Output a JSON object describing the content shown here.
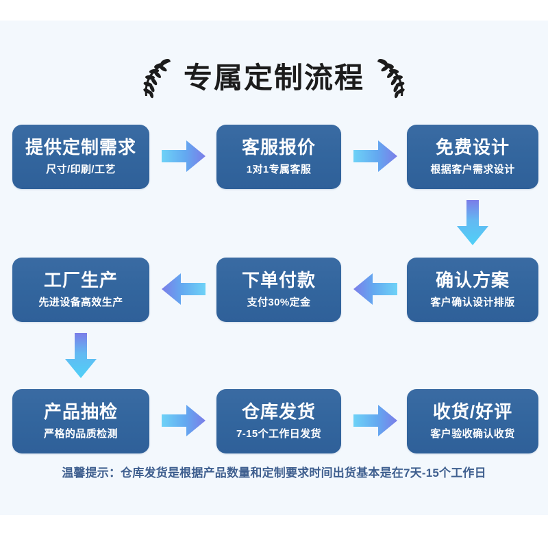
{
  "header": {
    "title": "专属定制流程",
    "left_ornament": "laurel-branch-icon",
    "right_ornament": "laurel-branch-icon"
  },
  "theme": {
    "page_background": "#ffffff",
    "panel_background": "#f3f8fd",
    "node_fill": "#33669e",
    "node_text": "#ffffff",
    "arrow_gradient_start": "#7b7de8",
    "arrow_gradient_end": "#4fc3f7",
    "footer_text_color": "#3f5f8f",
    "title_text_color": "#1c1c1c"
  },
  "flow": {
    "steps": [
      {
        "index": 1,
        "title": "提供定制需求",
        "subtitle": "尺寸/印刷/工艺"
      },
      {
        "index": 2,
        "title": "客服报价",
        "subtitle": "1对1专属客服"
      },
      {
        "index": 3,
        "title": "免费设计",
        "subtitle": "根据客户需求设计"
      },
      {
        "index": 4,
        "title": "确认方案",
        "subtitle": "客户确认设计排版"
      },
      {
        "index": 5,
        "title": "下单付款",
        "subtitle": "支付30%定金"
      },
      {
        "index": 6,
        "title": "工厂生产",
        "subtitle": "先进设备高效生产"
      },
      {
        "index": 7,
        "title": "产品抽检",
        "subtitle": "严格的品质检测"
      },
      {
        "index": 8,
        "title": "仓库发货",
        "subtitle": "7-15个工作日发货"
      },
      {
        "index": 9,
        "title": "收货/好评",
        "subtitle": "客户验收确认收货"
      }
    ],
    "connectors": [
      {
        "from": 1,
        "to": 2,
        "direction": "right",
        "icon": "arrow-right-icon"
      },
      {
        "from": 2,
        "to": 3,
        "direction": "right",
        "icon": "arrow-right-icon"
      },
      {
        "from": 3,
        "to": 4,
        "direction": "down",
        "icon": "arrow-down-icon"
      },
      {
        "from": 4,
        "to": 5,
        "direction": "left",
        "icon": "arrow-left-icon"
      },
      {
        "from": 5,
        "to": 6,
        "direction": "left",
        "icon": "arrow-left-icon"
      },
      {
        "from": 6,
        "to": 7,
        "direction": "down",
        "icon": "arrow-down-icon"
      },
      {
        "from": 7,
        "to": 8,
        "direction": "right",
        "icon": "arrow-right-icon"
      },
      {
        "from": 8,
        "to": 9,
        "direction": "right",
        "icon": "arrow-right-icon"
      }
    ]
  },
  "footer": {
    "note": "温馨提示：仓库发货是根据产品数量和定制要求时间出货基本是在7天-15个工作日"
  }
}
